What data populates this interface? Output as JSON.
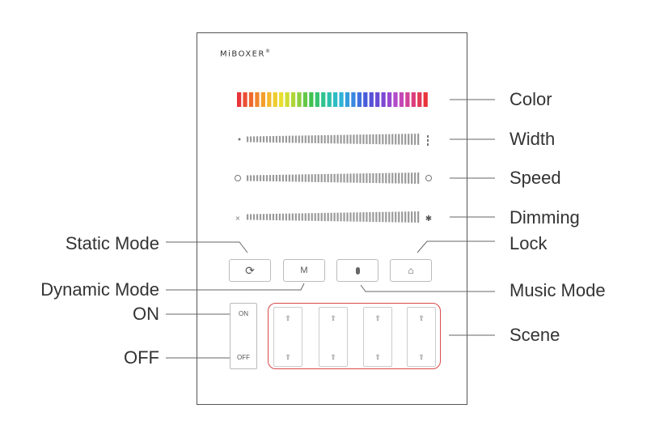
{
  "panel": {
    "brand": "MiBOXER",
    "brand_mark": "®",
    "buttons": [
      {
        "id": "static",
        "icon": "cycle-icon",
        "glyph": "⟳"
      },
      {
        "id": "dynamic",
        "label": "M"
      },
      {
        "id": "music",
        "icon": "microphone-icon",
        "glyph": "🎙"
      },
      {
        "id": "lock",
        "icon": "lock-icon",
        "glyph": "⌂"
      }
    ],
    "on_label": "ON",
    "off_label": "OFF",
    "scene_keys": 4
  },
  "callouts": {
    "color": "Color",
    "width": "Width",
    "speed": "Speed",
    "dimming": "Dimming",
    "static_mode": "Static Mode",
    "lock": "Lock",
    "dynamic_mode": "Dynamic Mode",
    "music_mode": "Music Mode",
    "on": "ON",
    "off": "OFF",
    "scene": "Scene"
  },
  "colors": {
    "scene_frame": "#d94a4a",
    "rainbow": [
      "#e8343a",
      "#f0732b",
      "#f5b52e",
      "#e9e12f",
      "#9fd23b",
      "#41c24e",
      "#2ec39a",
      "#2fb9d6",
      "#3a86e0",
      "#4b52d9",
      "#7a47d4",
      "#b84bc9",
      "#d9408a",
      "#e8343a"
    ]
  }
}
